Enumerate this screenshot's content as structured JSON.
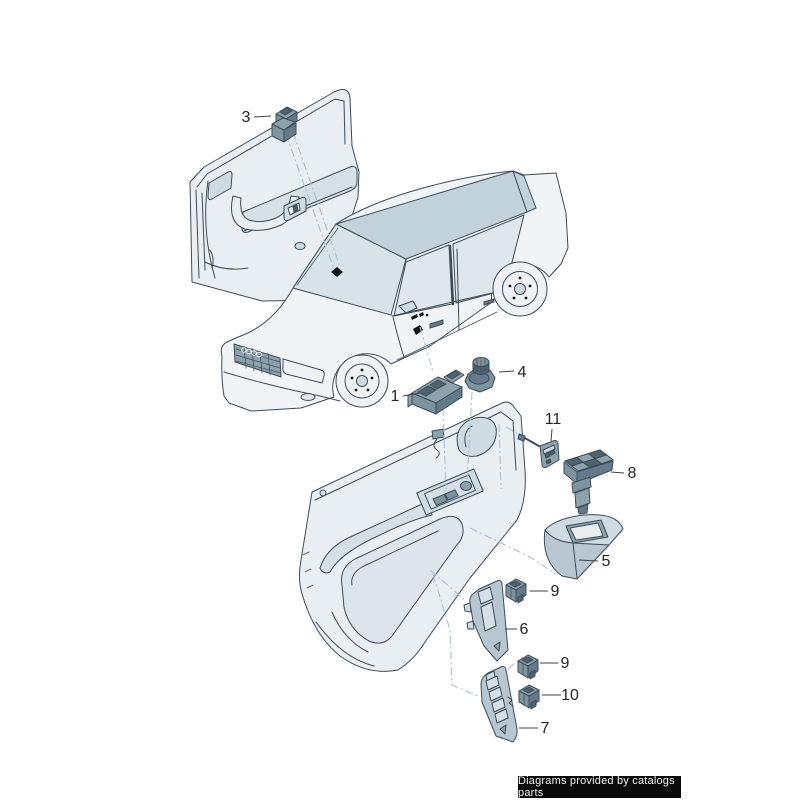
{
  "diagram": {
    "callouts": [
      {
        "label": "3"
      },
      {
        "label": "1"
      },
      {
        "label": "4"
      },
      {
        "label": "11"
      },
      {
        "label": "8"
      },
      {
        "label": "5"
      },
      {
        "label": "9"
      },
      {
        "label": "6"
      },
      {
        "label": "9"
      },
      {
        "label": "10"
      },
      {
        "label": "7"
      }
    ],
    "colors": {
      "line": "#3e4c58",
      "panel_light": "#e8eef2",
      "panel_mid": "#b7c6d0",
      "part_dark": "#4f6270",
      "connector_line": "#a9c2d3",
      "label_text": "#212528",
      "background": "#ffffff"
    }
  },
  "footer": {
    "text": "Diagrams provided by catalogs parts",
    "background": "#0a0a0a",
    "color": "#f2f2f2"
  }
}
